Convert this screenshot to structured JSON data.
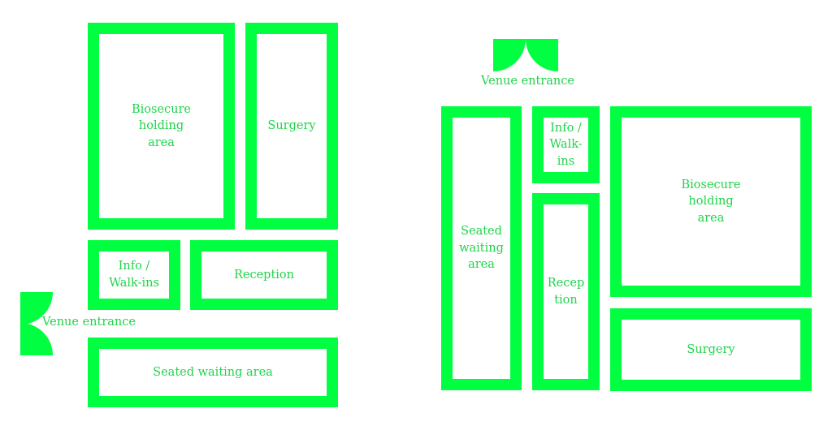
{
  "colors": {
    "wall": "#00ff41",
    "label": "#1fd44a",
    "background": "#ffffff"
  },
  "layout_a": {
    "entrance": {
      "icon": "door-swing-icon",
      "label": "Venue entrance"
    },
    "rooms": {
      "biosecure": "Biosecure holding area",
      "surgery": "Surgery",
      "info": "Info / Walk-ins",
      "reception": "Reception",
      "waiting": "Seated waiting area"
    }
  },
  "layout_b": {
    "entrance": {
      "icon": "door-swing-icon",
      "label": "Venue entrance"
    },
    "rooms": {
      "waiting": "Seated waiting area",
      "info": "Info / Walk-ins",
      "reception": "Reception",
      "biosecure": "Biosecure holding area",
      "surgery": "Surgery"
    }
  }
}
